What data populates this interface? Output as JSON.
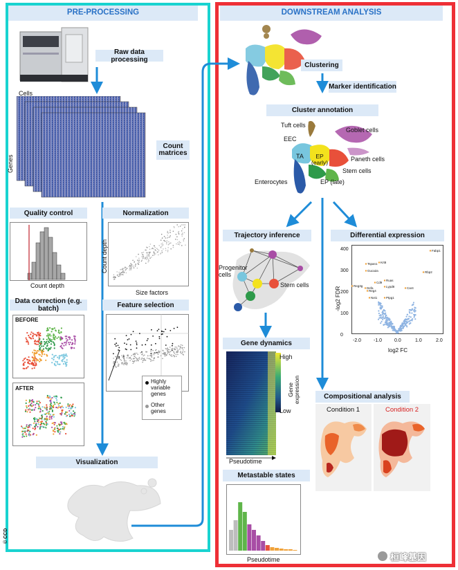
{
  "preprocessing": {
    "title": "PRE-PROCESSING",
    "raw_data": "Raw data processing",
    "cells": "Cells",
    "genes": "Genes",
    "count_matrices": "Count\nmatrices",
    "quality_control": "Quality control",
    "count_depth": "Count depth",
    "normalization": "Normalization",
    "norm_ylabel": "Count depth",
    "norm_xlabel": "Size factors",
    "data_correction": "Data correction (e.g. batch)",
    "before": "BEFORE",
    "after": "AFTER",
    "feature_selection": "Feature selection",
    "legend_hvg": "Highly variable genes",
    "legend_other": "Other genes",
    "visualization": "Visualization"
  },
  "downstream": {
    "title": "DOWNSTREAM ANALYSIS",
    "clustering": "Clustering",
    "marker_identification": "Marker identification",
    "cluster_annotation": "Cluster annotation",
    "cell_types": [
      "Tuft cells",
      "EEC",
      "TA",
      "EP\n(early)",
      "Goblet cells",
      "Paneth cells",
      "Stem cells",
      "Enterocytes",
      "EP (late)"
    ],
    "trajectory_inference": "Trajectory inference",
    "progenitor_cells": "Progenitor\ncells",
    "stem_cells": "Stem cells",
    "differential_expression": "Differential expression",
    "gene_dynamics": "Gene dynamics",
    "gene_expression": "Gene\nexpression",
    "high": "High",
    "low": "Low",
    "pseudotime": "Pseudotime",
    "metastable_states": "Metastable states",
    "compositional_analysis": "Compositional analysis",
    "condition1": "Condition 1",
    "condition2": "Condition 2"
  },
  "volcano": {
    "ylabel": "-log2 FDR",
    "xlabel": "log2 FC",
    "xticks": [
      "-2.0",
      "-1.0",
      "0.0",
      "1.0",
      "2.0"
    ],
    "yticks": [
      "0",
      "100",
      "200",
      "300",
      "400"
    ],
    "genes": [
      "Fabp1",
      "Tspan1",
      "Krt8",
      "Guca2a",
      "Rbp2",
      "Reg3g",
      "Cd9",
      "Ruas",
      "Lypd8",
      "Defa",
      "Reg4",
      "Car4",
      "Nxt1",
      "Ptpg1"
    ]
  },
  "watermark": "桓峰基因",
  "side_mark": "© CCD",
  "colors": {
    "pre_border": "#19d3d0",
    "down_border": "#ee2f36",
    "arrow": "#1e8cd8",
    "band": "#dce9f7",
    "title_blue": "#2a72c6",
    "condition2": "#d6201f"
  }
}
